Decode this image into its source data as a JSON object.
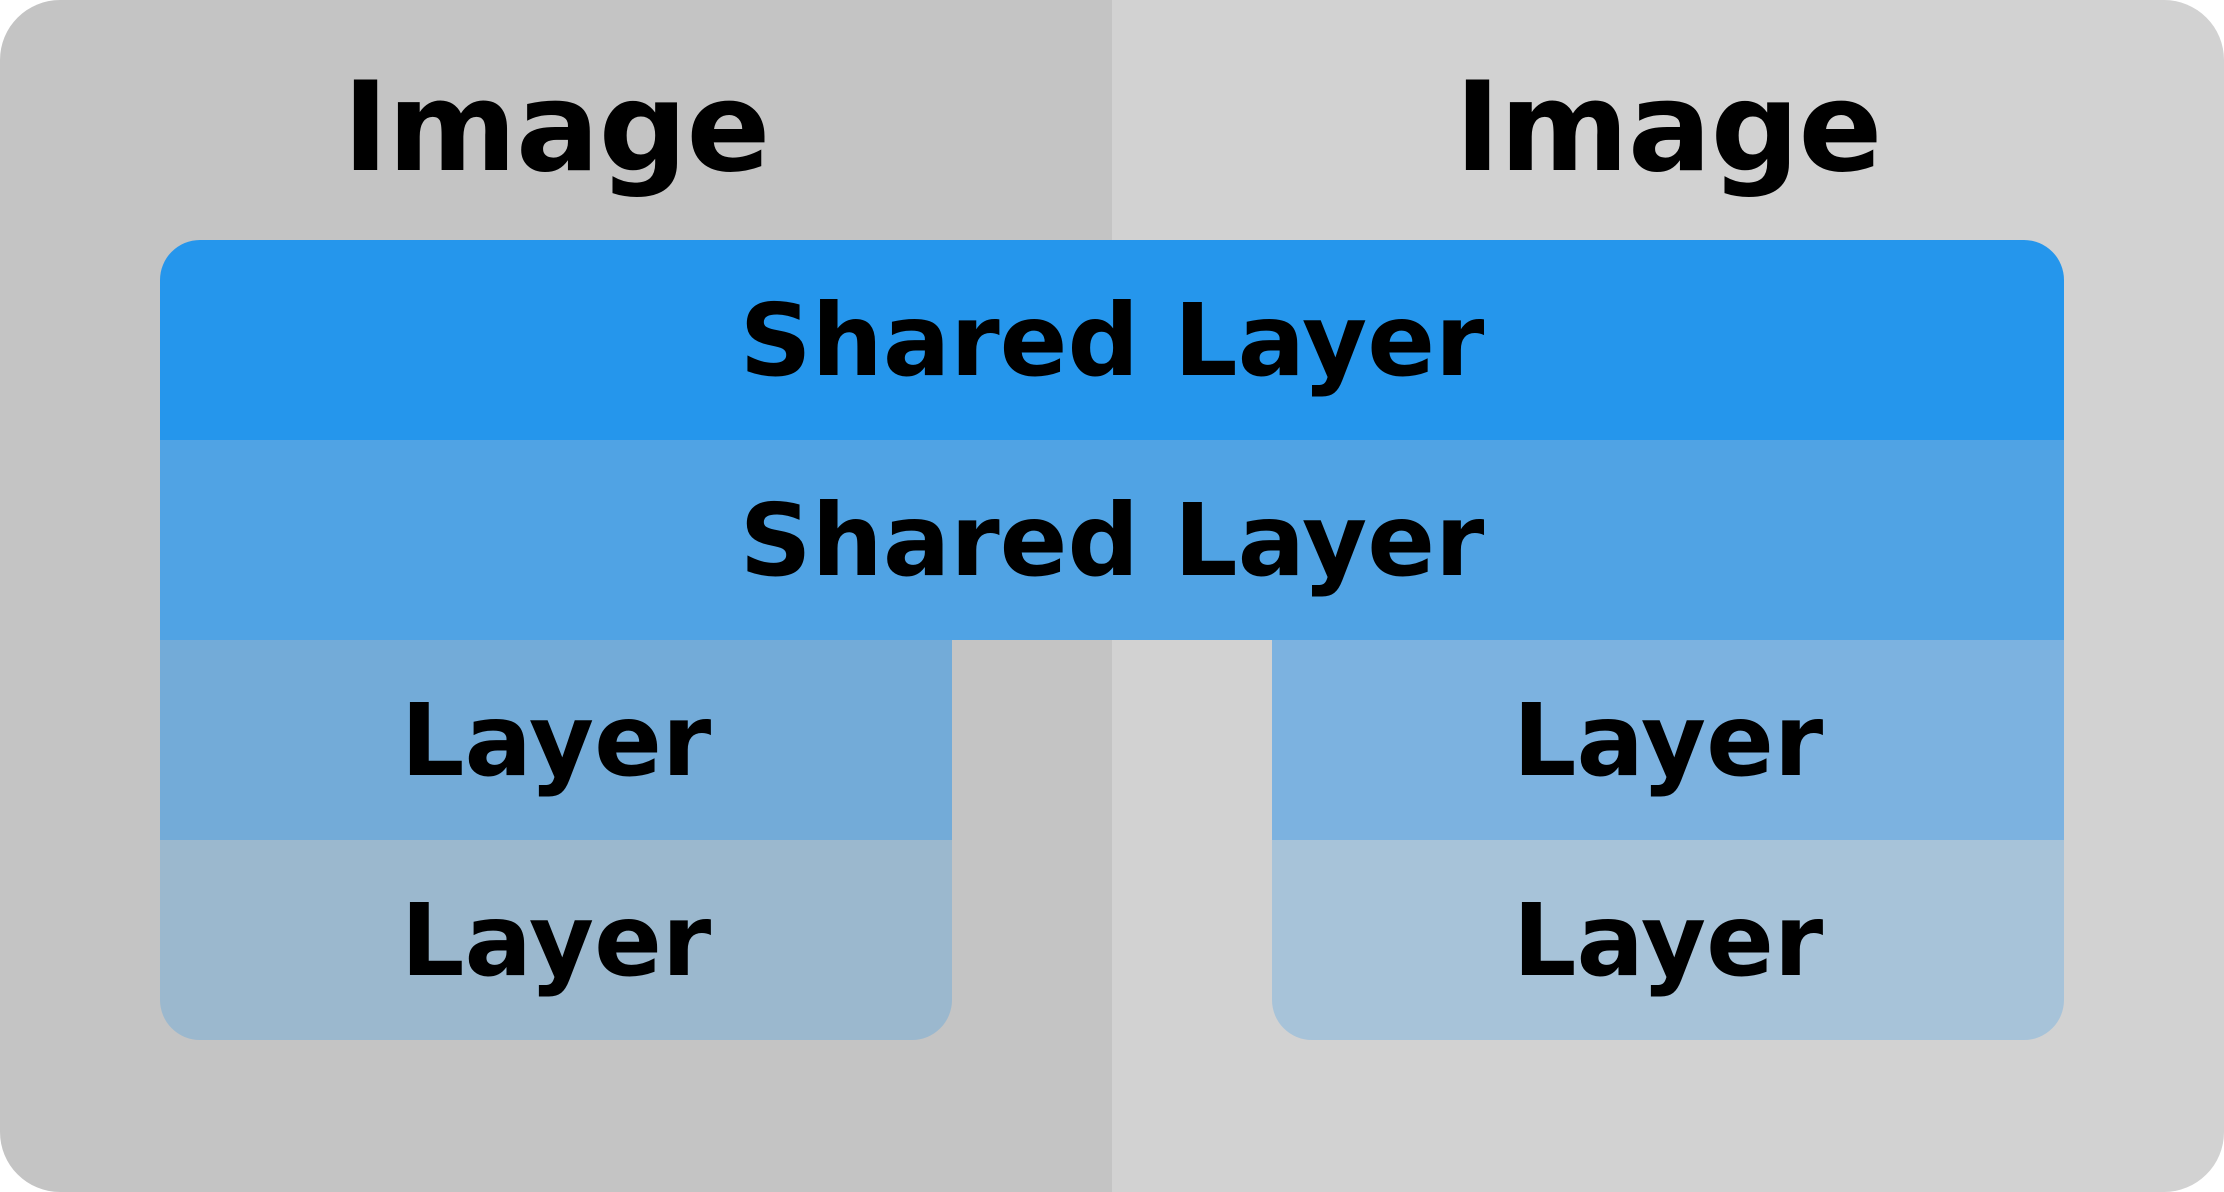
{
  "colors": {
    "left_panel_bg": "#c4c4c4",
    "right_panel_bg": "#d2d2d2",
    "shared_layer_1": "#2596ec",
    "shared_layer_2": "#50a3e4",
    "left_layer_1": "#73abd8",
    "left_layer_2": "#9bb8ce",
    "right_layer_1": "#7cb2e0",
    "right_layer_2": "#a7c3d9",
    "text": "#000000"
  },
  "diagram": {
    "left_panel": {
      "title": "Image"
    },
    "right_panel": {
      "title": "Image"
    },
    "shared_layers": [
      {
        "label": "Shared Layer"
      },
      {
        "label": "Shared Layer"
      }
    ],
    "left_layers": [
      {
        "label": "Layer"
      },
      {
        "label": "Layer"
      }
    ],
    "right_layers": [
      {
        "label": "Layer"
      },
      {
        "label": "Layer"
      }
    ]
  }
}
